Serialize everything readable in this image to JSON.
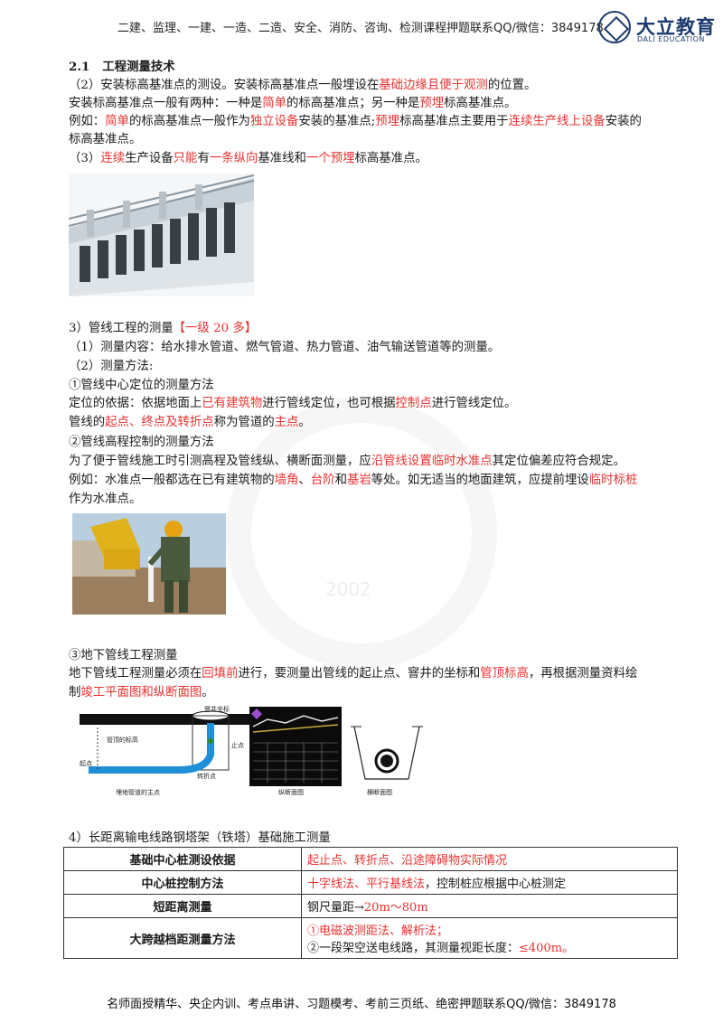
{
  "header": {
    "text": "二建、监理、一建、一造、二造、安全、消防、咨询、检测课程押题联系QQ/微信：3849178",
    "logo_cn": "大立教育",
    "logo_en": "DALI EDUCATION"
  },
  "section_title": {
    "num": "2.1",
    "title": "工程测量技术"
  },
  "para_2": {
    "a": "（2）安装标高基准点的测设。安装标高基准点一般埋设在",
    "b": "基础边缘且便于观测",
    "c": "的位置。"
  },
  "line_two_kinds": {
    "a": "安装标高基准点一般有两种：一种是",
    "b": "简单",
    "c": "的标高基准点；另一种是",
    "d": "预埋",
    "e": "标高基准点。"
  },
  "example_1": {
    "a": "例如：",
    "b": "简单",
    "c": "的标高基准点一般作为",
    "d": "独立设备",
    "e": "安装的基准点;",
    "f": "预埋",
    "g": "标高基准点主要用于",
    "h": "连续生产线上设备",
    "i": "安装的",
    "j": "标高基准点。"
  },
  "para_3": {
    "a": "（3）",
    "b": "连续",
    "c": "生产设备",
    "d": "只能",
    "e": "有",
    "f": "一条纵向",
    "g": "基准线和",
    "h": "一个预埋",
    "i": "标高基准点。"
  },
  "section_3": {
    "title": "3）管线工程的测量",
    "tag": "【一级 20 多】"
  },
  "measure_content": "（1）测量内容：给水排水管道、燃气管道、热力管道、油气输送管道等的测量。",
  "measure_method": "（2）测量方法:",
  "item_1_title": "①管线中心定位的测量方法",
  "item_1_basis": {
    "a": "定位的依据：依据地面上",
    "b": "已有建筑物",
    "c": "进行管线定位，也可根据",
    "d": "控制点",
    "e": "进行管线定位。"
  },
  "item_1_points": {
    "a": "管线的",
    "b": "起点、终点及转折点",
    "c": "称为管道的",
    "d": "主点",
    "e": "。"
  },
  "item_2_title": "②管线高程控制的测量方法",
  "item_2_text": {
    "a": "为了便于管线施工时引测高程及管线纵、横断面测量，应",
    "b": "沿管线设置临时水准点",
    "c": "其定位偏差应符合规定。"
  },
  "item_2_example": {
    "a": "例如：水准点一般都选在已有建筑物的",
    "b": "墙角",
    "c": "、",
    "d": "台阶",
    "e": "和",
    "f": "基岩",
    "g": "等处。如无适当的地面建筑，应提前埋设",
    "h": "临时标桩",
    "i": "作为水准点。"
  },
  "item_3_title": "③地下管线工程测量",
  "item_3_text": {
    "a": "地下管线工程测量必须在",
    "b": "回填前",
    "c": "进行，要测量出管线的起止点、窨井的坐标和",
    "d": "管顶标高",
    "e": "，再根据测量资料绘",
    "f": "制",
    "g": "竣工平面图和纵断面图",
    "h": "。"
  },
  "diagram_labels": {
    "well_coord": "窨井坐标",
    "pipe_top": "管顶的标高",
    "end_point": "止点",
    "start_point": "起点",
    "turn_point": "转折点",
    "main_point": "埋地管道的主点",
    "long_section": "纵断面图",
    "cross_section": "横断面图"
  },
  "section_4": "4）长距离输电线路钢塔架（铁塔）基础施工测量",
  "table": [
    {
      "key": "基础中心桩测设依据",
      "val_red": "起止点、转折点、沿途障碍物实际情况",
      "val": ""
    },
    {
      "key": "中心桩控制方法",
      "val_red": "十字线法、平行基线法",
      "val": "，控制桩应根据中心桩测定"
    },
    {
      "key": "短距离测量",
      "val": "钢尺量距→",
      "val_red": "20m～80m"
    },
    {
      "key": "大跨越档距测量方法",
      "line1_red": "①电磁波测距法、解析法；",
      "line2": "②一段架空送电线路，其测量视距长度：",
      "line2_red": "≤400m。"
    }
  ],
  "watermark_year": "2002",
  "footer": "名师面授精华、央企内训、考点串讲、习题模考、考前三页纸、绝密押题联系QQ/微信：3849178"
}
